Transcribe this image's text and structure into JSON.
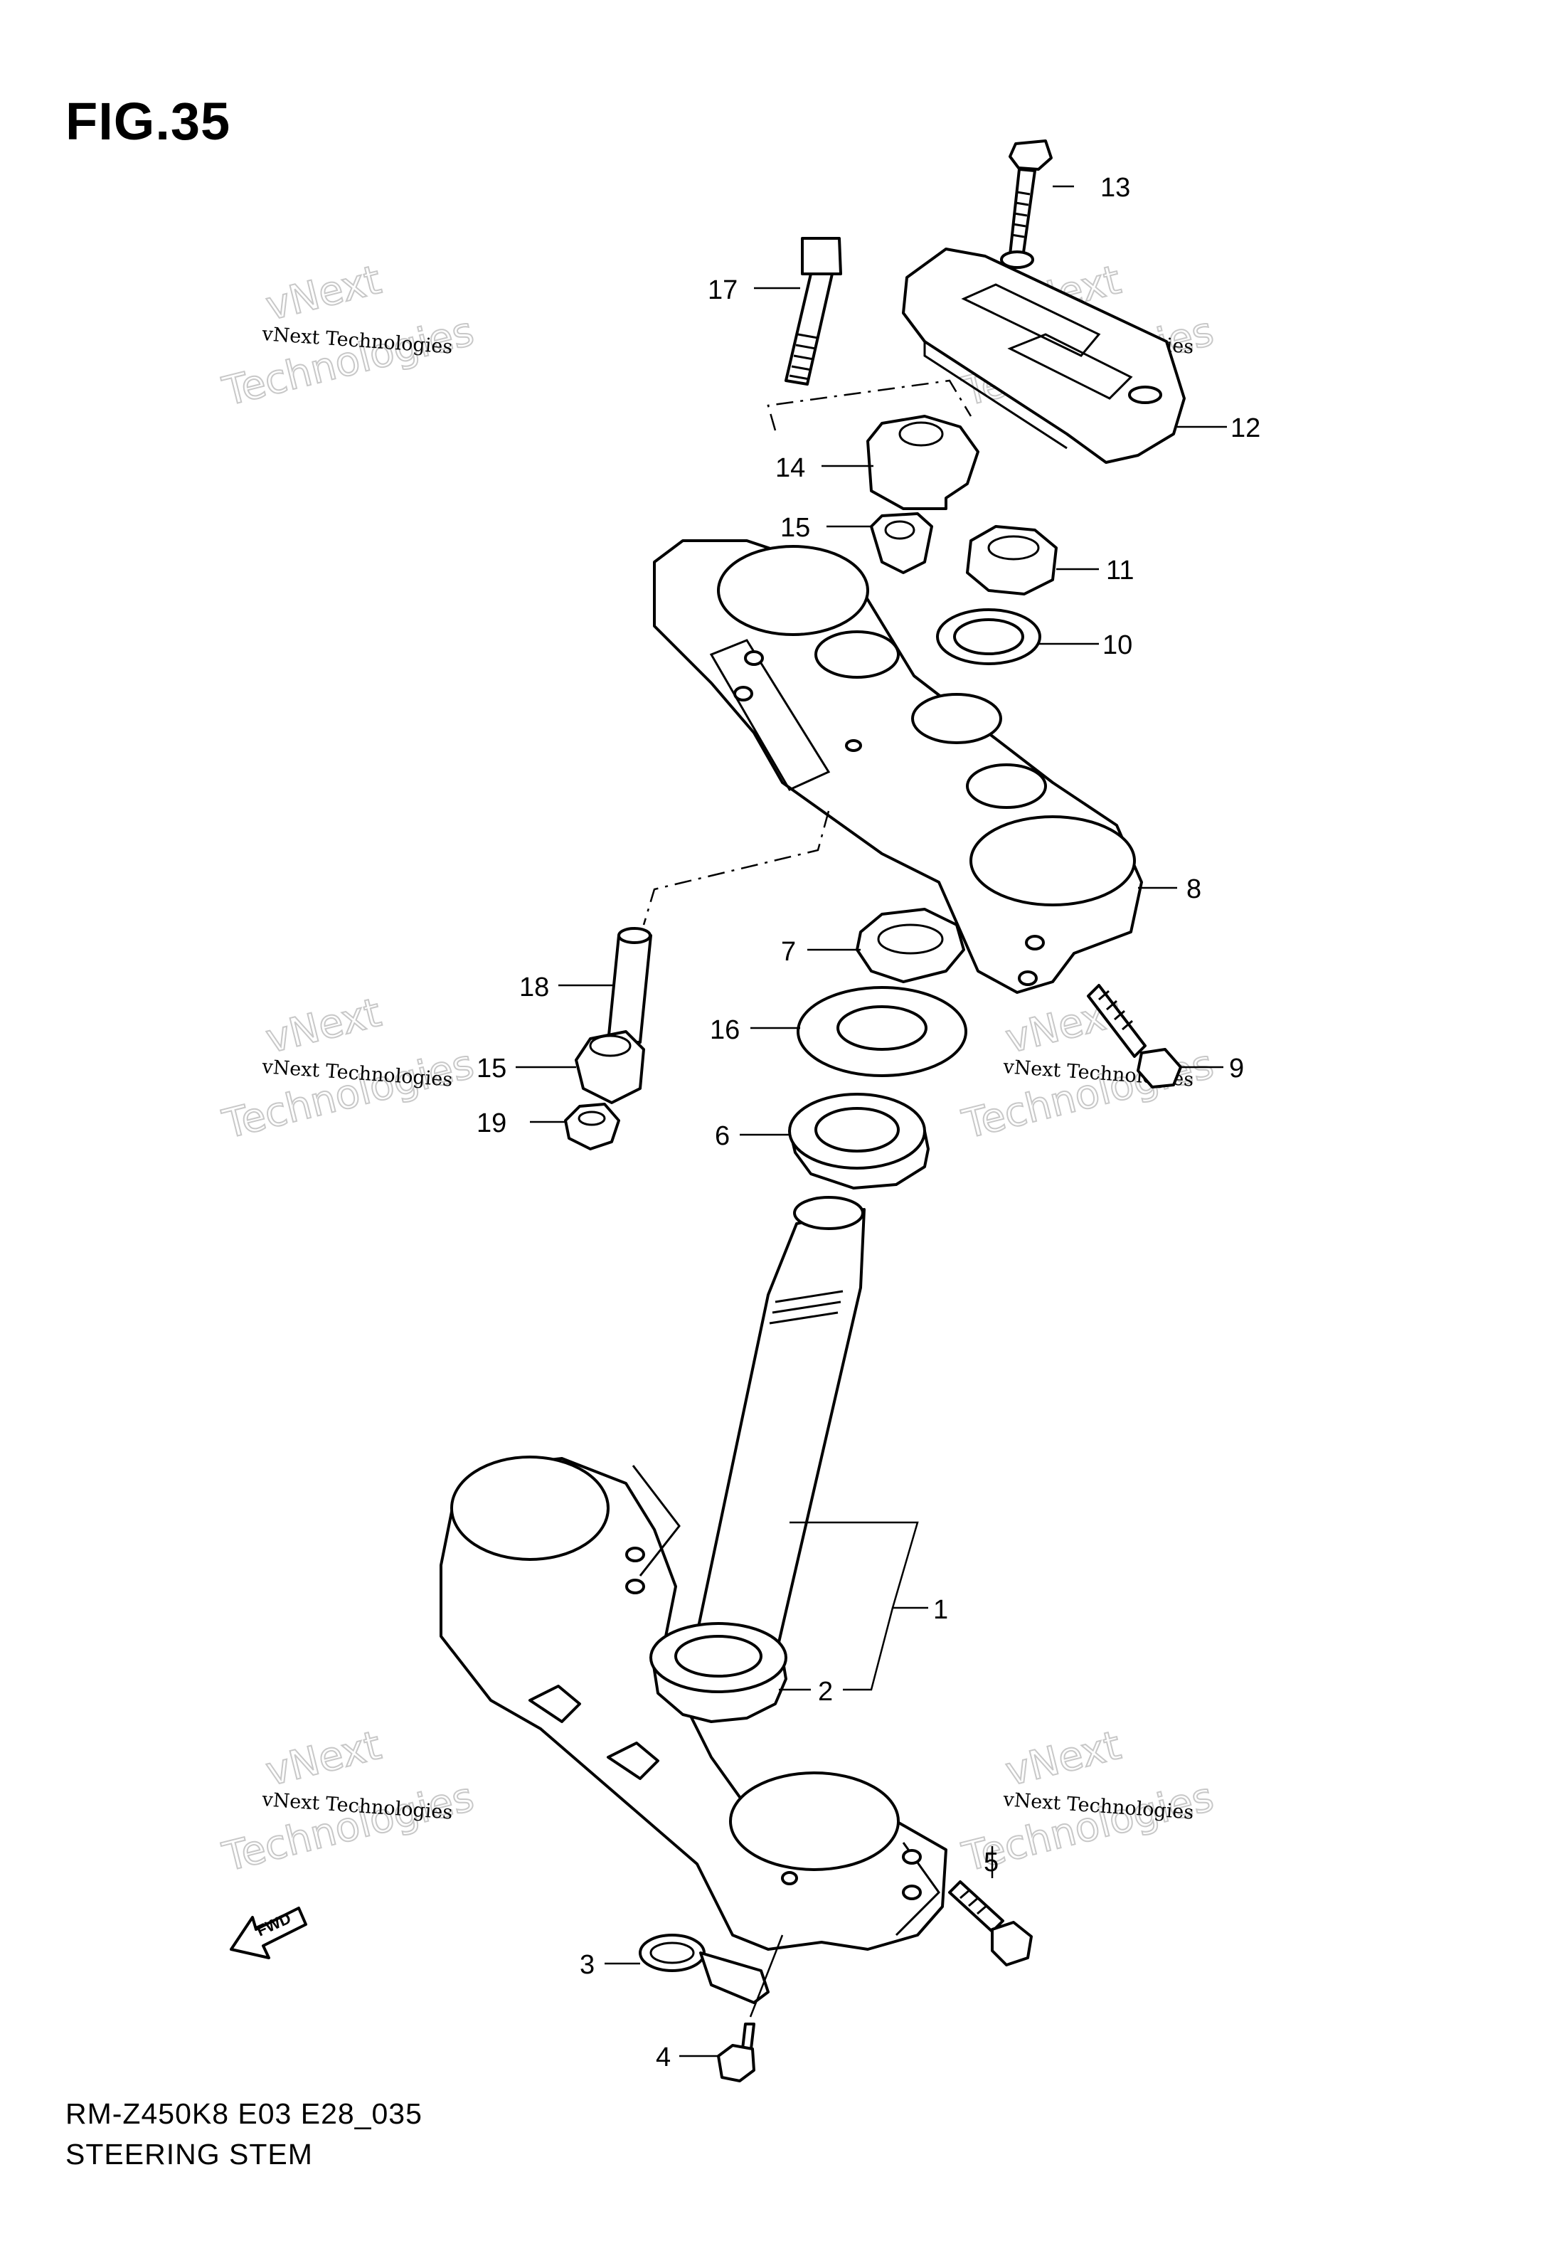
{
  "figure": {
    "title": "FIG.35",
    "model_code": "RM-Z450K8 E03 E28_035",
    "section_title": "STEERING STEM"
  },
  "watermark": {
    "line": "vNext Technologies",
    "word1": "vNext",
    "word2": "Technologies"
  },
  "direction_marker": "FWD",
  "callouts": {
    "c1": "1",
    "c2": "2",
    "c3": "3",
    "c4": "4",
    "c5": "5",
    "c6": "6",
    "c7": "7",
    "c8": "8",
    "c9": "9",
    "c10": "10",
    "c11": "11",
    "c12": "12",
    "c13": "13",
    "c14": "14",
    "c15a": "15",
    "c15b": "15",
    "c16": "16",
    "c17": "17",
    "c18": "18",
    "c19": "19"
  }
}
